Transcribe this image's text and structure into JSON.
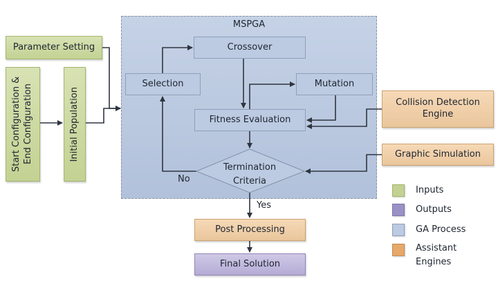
{
  "container": {
    "title": "MSPGA"
  },
  "inputs": {
    "parameter_setting": "Parameter Setting",
    "start_end_config": "Start Configuration & End Configuration",
    "initial_population": "Initial Population"
  },
  "ga_process": {
    "crossover": "Crossover",
    "selection": "Selection",
    "mutation": "Mutation",
    "fitness_evaluation": "Fitness Evaluation",
    "termination_line1": "Termination",
    "termination_line2": "Criteria"
  },
  "engines": {
    "collision_detection": "Collision Detection Engine",
    "graphic_simulation": "Graphic Simulation",
    "post_processing": "Post Processing"
  },
  "outputs": {
    "final_solution": "Final Solution"
  },
  "edge_labels": {
    "no": "No",
    "yes": "Yes"
  },
  "legend": [
    {
      "label": "Inputs",
      "color": "#c3d293"
    },
    {
      "label": "Outputs",
      "color": "#9a91c6"
    },
    {
      "label": "GA Process",
      "color": "#bccbe2"
    },
    {
      "label": "Assistant Engines",
      "color": "#e6a96a"
    }
  ]
}
